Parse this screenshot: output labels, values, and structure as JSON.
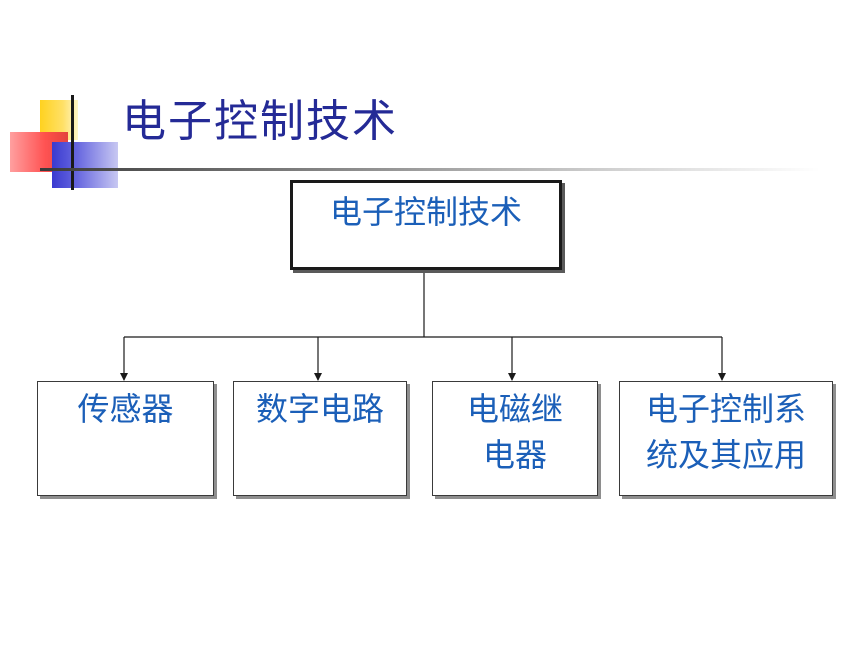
{
  "title": "电子控制技术",
  "diagram": {
    "root": "电子控制技术",
    "children": [
      {
        "lines": [
          "传感器"
        ]
      },
      {
        "lines": [
          "数字电路"
        ]
      },
      {
        "lines": [
          "电磁继",
          "电器"
        ]
      },
      {
        "lines": [
          "电子控制系",
          "统及其应用"
        ]
      }
    ]
  },
  "colors": {
    "title": "#242a96",
    "box_text": "#1b5fb8",
    "border": "#1a1a1a"
  }
}
